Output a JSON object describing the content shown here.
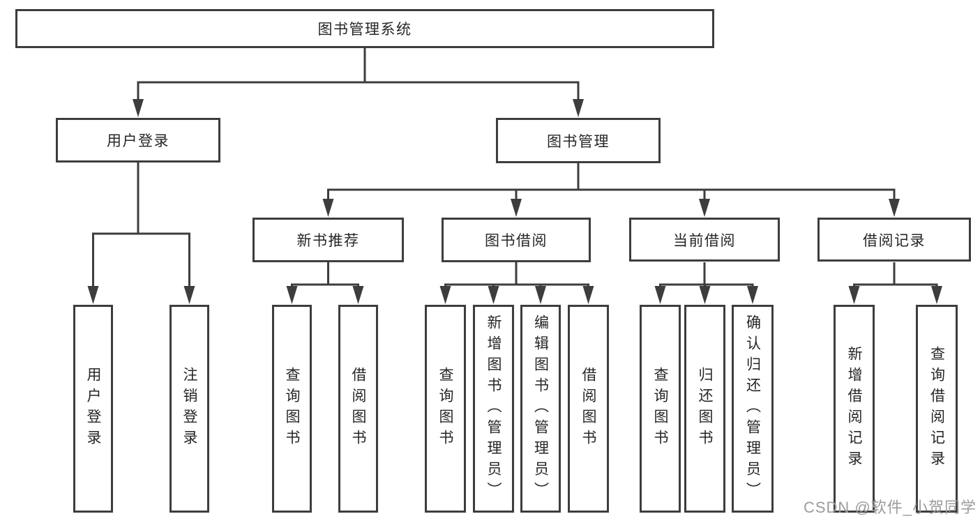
{
  "diagram_title": "图书管理系统",
  "watermark": "CSDN @软件_小贺同学",
  "colors": {
    "background": "#ffffff",
    "box_border": "#3d3d3d",
    "box_fill": "#ffffff",
    "line": "#3d3d3d",
    "text": "#262626",
    "watermark": "#9b9b9b"
  },
  "tree": {
    "label": "图书管理系统",
    "children": [
      {
        "label": "用户登录",
        "children": [
          {
            "label": "用户登录"
          },
          {
            "label": "注销登录"
          }
        ]
      },
      {
        "label": "图书管理",
        "children": [
          {
            "label": "新书推荐",
            "children": [
              {
                "label": "查询图书"
              },
              {
                "label": "借阅图书"
              }
            ]
          },
          {
            "label": "图书借阅",
            "children": [
              {
                "label": "查询图书"
              },
              {
                "label": "新增图书（管理员）"
              },
              {
                "label": "编辑图书（管理员）"
              },
              {
                "label": "借阅图书"
              }
            ]
          },
          {
            "label": "当前借阅",
            "children": [
              {
                "label": "查询图书"
              },
              {
                "label": "归还图书"
              },
              {
                "label": "确认归还（管理员）"
              }
            ]
          },
          {
            "label": "借阅记录",
            "children": [
              {
                "label": "新增借阅记录"
              },
              {
                "label": "查询借阅记录"
              }
            ]
          }
        ]
      }
    ]
  }
}
